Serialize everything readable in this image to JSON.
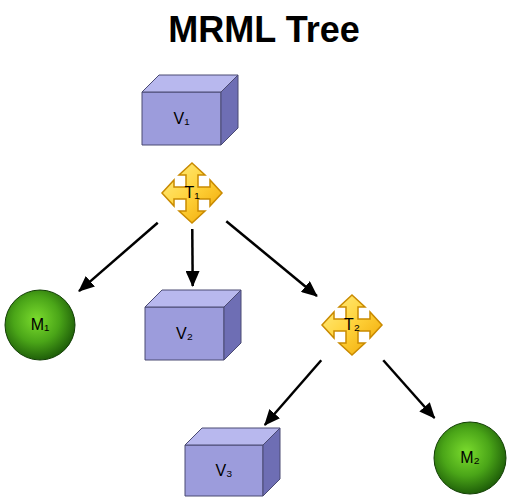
{
  "diagram": {
    "title": "MRML Tree",
    "nodes": [
      {
        "text": [
          "V₁"
        ]
      },
      {
        "text": [
          "T₁"
        ]
      },
      {
        "text": [
          "M₁"
        ]
      },
      {
        "text": [
          "V₂"
        ]
      },
      {
        "text": [
          "T₂"
        ]
      },
      {
        "text": [
          "V₃"
        ]
      },
      {
        "text": [
          "M₂"
        ]
      }
    ],
    "edges": [
      {
        "from": 1,
        "to": 2,
        "arrow": "to"
      },
      {
        "from": 1,
        "to": 3,
        "arrow": "to"
      },
      {
        "from": 1,
        "to": 4,
        "arrow": "to"
      },
      {
        "from": 4,
        "to": 5,
        "arrow": "to"
      },
      {
        "from": 4,
        "to": 6,
        "arrow": "to"
      }
    ]
  }
}
